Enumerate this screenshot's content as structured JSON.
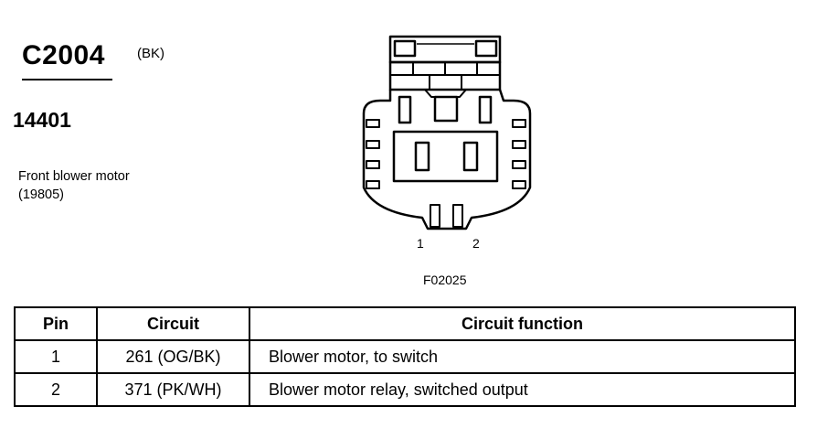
{
  "connector": {
    "id": "C2004",
    "color": "(BK)",
    "harness_number": "14401",
    "component_name": "Front blower motor",
    "component_ref": "(19805)"
  },
  "figure": {
    "pin_labels": [
      "1",
      "2"
    ],
    "code": "F02025"
  },
  "table": {
    "headers": [
      "Pin",
      "Circuit",
      "Circuit function"
    ],
    "rows": [
      {
        "pin": "1",
        "circuit": "261 (OG/BK)",
        "function": "Blower motor, to switch"
      },
      {
        "pin": "2",
        "circuit": "371 (PK/WH)",
        "function": "Blower motor relay, switched output"
      }
    ]
  }
}
